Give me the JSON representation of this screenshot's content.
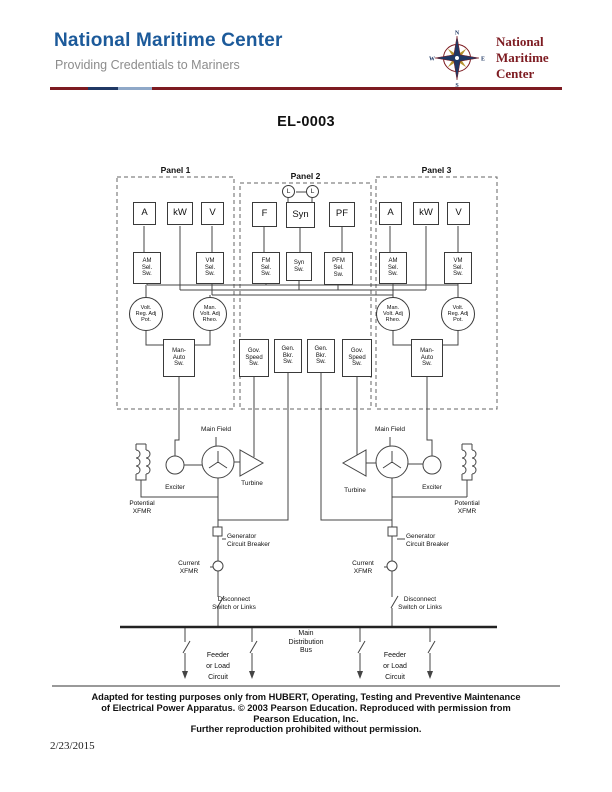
{
  "title": "EL-0003",
  "date": "2/23/2015",
  "header": {
    "org_name": "National Maritime Center",
    "tagline": "Providing Credentials to Mariners",
    "logo_lines": [
      "National",
      "Maritime",
      "Center"
    ],
    "compass_points": [
      "N",
      "E",
      "S",
      "W"
    ]
  },
  "colors": {
    "brand_blue": "#1c5a9a",
    "brand_maroon": "#7d1b21",
    "tagline_gray": "#8c8c8c",
    "logo_navy": "#1f3864",
    "logo_gold": "#b5952f"
  },
  "diagram": {
    "panel1": {
      "label": "Panel 1",
      "meters": [
        "A",
        "kW",
        "V"
      ],
      "am_sel": "AM\nSel.\nSw.",
      "vm_sel": "VM\nSel.\nSw.",
      "volt_reg_pot": "Volt.\nReg. Adj\nPot.",
      "man_volt_rheo": "Man.\nVolt. Adj\nRheo.",
      "man_auto": "Man-\nAuto\nSw."
    },
    "panel2": {
      "label": "Panel 2",
      "lamp_label": "L",
      "meters": [
        "F",
        "Syn",
        "PF"
      ],
      "fm_sel": "FM\nSel.\nSw.",
      "syn_sw": "Syn\nSw.",
      "pfm_sel": "PFM\nSel.\nSw.",
      "gov_speed_left": "Gov.\nSpeed\nSw.",
      "gen_bkr_left": "Gen.\nBkr.\nSw.",
      "gen_bkr_right": "Gen.\nBkr.\nSw.",
      "gov_speed_right": "Gov.\nSpeed\nSw."
    },
    "panel3": {
      "label": "Panel 3",
      "meters": [
        "A",
        "kW",
        "V"
      ],
      "am_sel": "AM\nSel.\nSw.",
      "vm_sel": "VM\nSel.\nSw.",
      "man_volt_rheo": "Man.\nVolt. Adj\nRheo.",
      "volt_reg_pot": "Volt.\nReg. Adj\nPot.",
      "man_auto": "Man-\nAuto\nSw."
    },
    "labels": {
      "main_field_left": "Main Field",
      "main_field_right": "Main Field",
      "turbine_left": "Turbine",
      "turbine_right": "Turbine",
      "exciter_left": "Exciter",
      "exciter_right": "Exciter",
      "potential_xfmr_left": "Potential\nXFMR",
      "potential_xfmr_right": "Potential\nXFMR",
      "gen_cb_left": "Generator\nCircuit Breaker",
      "gen_cb_right": "Generator\nCircuit Breaker",
      "current_xfmr_left": "Current\nXFMR",
      "current_xfmr_right": "Current\nXFMR",
      "disconnect_left": "Disconnect\nSwitch or Links",
      "disconnect_right": "Disconnect\nSwitch or Links",
      "main_bus": "Main\nDistribution\nBus",
      "feeder_left": "Feeder\nor Load\nCircuit",
      "feeder_right": "Feeder\nor Load\nCircuit"
    }
  },
  "footer": {
    "line1": "Adapted for testing purposes only from HUBERT, Operating, Testing and Preventive Maintenance",
    "line2": "of Electrical Power Apparatus.  © 2003 Pearson Education. Reproduced with permission from",
    "line3": "Pearson Education, Inc.",
    "line4": "Further reproduction prohibited without permission."
  }
}
